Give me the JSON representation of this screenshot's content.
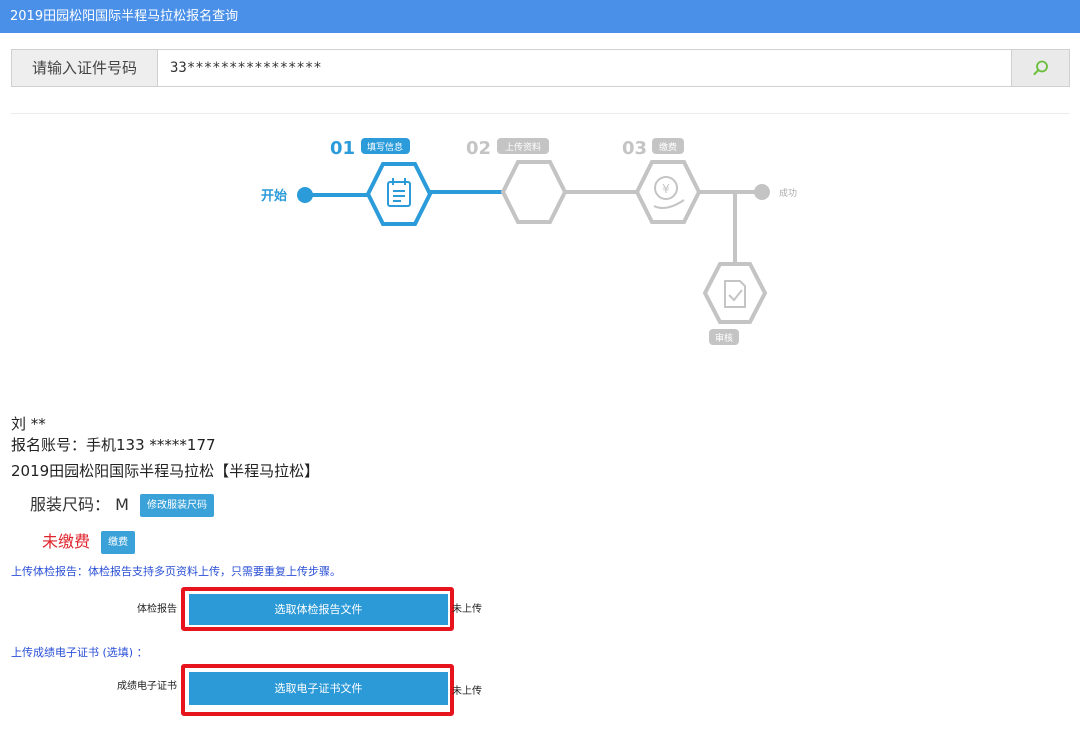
{
  "header": {
    "title": "2019田园松阳国际半程马拉松报名查询"
  },
  "search": {
    "label": "请输入证件号码",
    "value": "33****************",
    "button_icon": "search-icon"
  },
  "steps": {
    "start_label": "开始",
    "end_label": "成功",
    "items": [
      {
        "num": "01",
        "tag": "填写信息",
        "icon": "form-icon",
        "active": true
      },
      {
        "num": "02",
        "tag": "上传资料",
        "icon": "blank-hexagon",
        "active": false
      },
      {
        "num": "03",
        "tag": "缴费",
        "icon": "payment-icon",
        "active": false
      }
    ],
    "review": {
      "tag": "审核",
      "icon": "review-icon"
    },
    "colors": {
      "active": "#2b9bd9",
      "inactive": "#c4c4c4"
    }
  },
  "registrant": {
    "name": "刘 **",
    "account": "报名账号：手机133 *****177",
    "event": "2019田园松阳国际半程马拉松【半程马拉松】",
    "size_label": "服装尺码：",
    "size_value": "M",
    "modify_size_button": "修改服装尺码",
    "payment_status": "未缴费",
    "pay_button": "缴费"
  },
  "uploads": {
    "medical_note": "上传体检报告：体检报告支持多页资料上传，只需要重复上传步骤。",
    "medical_label": "体检报告",
    "medical_button": "选取体检报告文件",
    "medical_status": "未上传",
    "cert_note": "上传成绩电子证书 (选填) ：",
    "cert_label": "成绩电子证书",
    "cert_button": "选取电子证书文件",
    "cert_status": "未上传"
  }
}
